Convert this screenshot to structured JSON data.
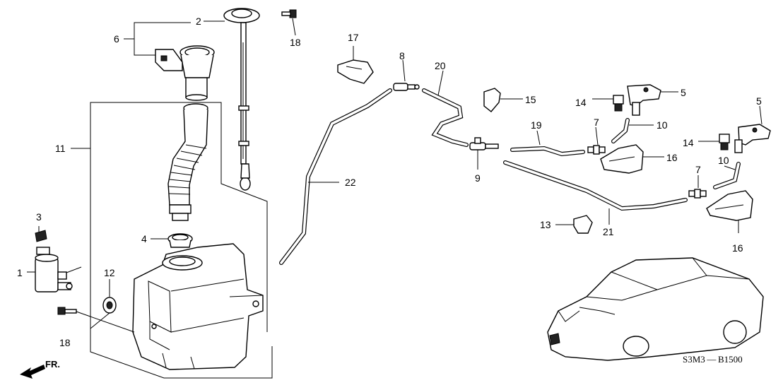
{
  "diagram": {
    "code": "S3M3 — B1500",
    "direction": "FR.",
    "callouts": {
      "c1": "1",
      "c2": "2",
      "c3": "3",
      "c4": "4",
      "c5a": "5",
      "c5b": "5",
      "c6": "6",
      "c7a": "7",
      "c7b": "7",
      "c8": "8",
      "c9": "9",
      "c10a": "10",
      "c10b": "10",
      "c11": "11",
      "c12": "12",
      "c13": "13",
      "c14a": "14",
      "c14b": "14",
      "c15": "15",
      "c16a": "16",
      "c16b": "16",
      "c17": "17",
      "c18a": "18",
      "c18b": "18",
      "c19": "19",
      "c20": "20",
      "c21": "21",
      "c22": "22"
    }
  }
}
